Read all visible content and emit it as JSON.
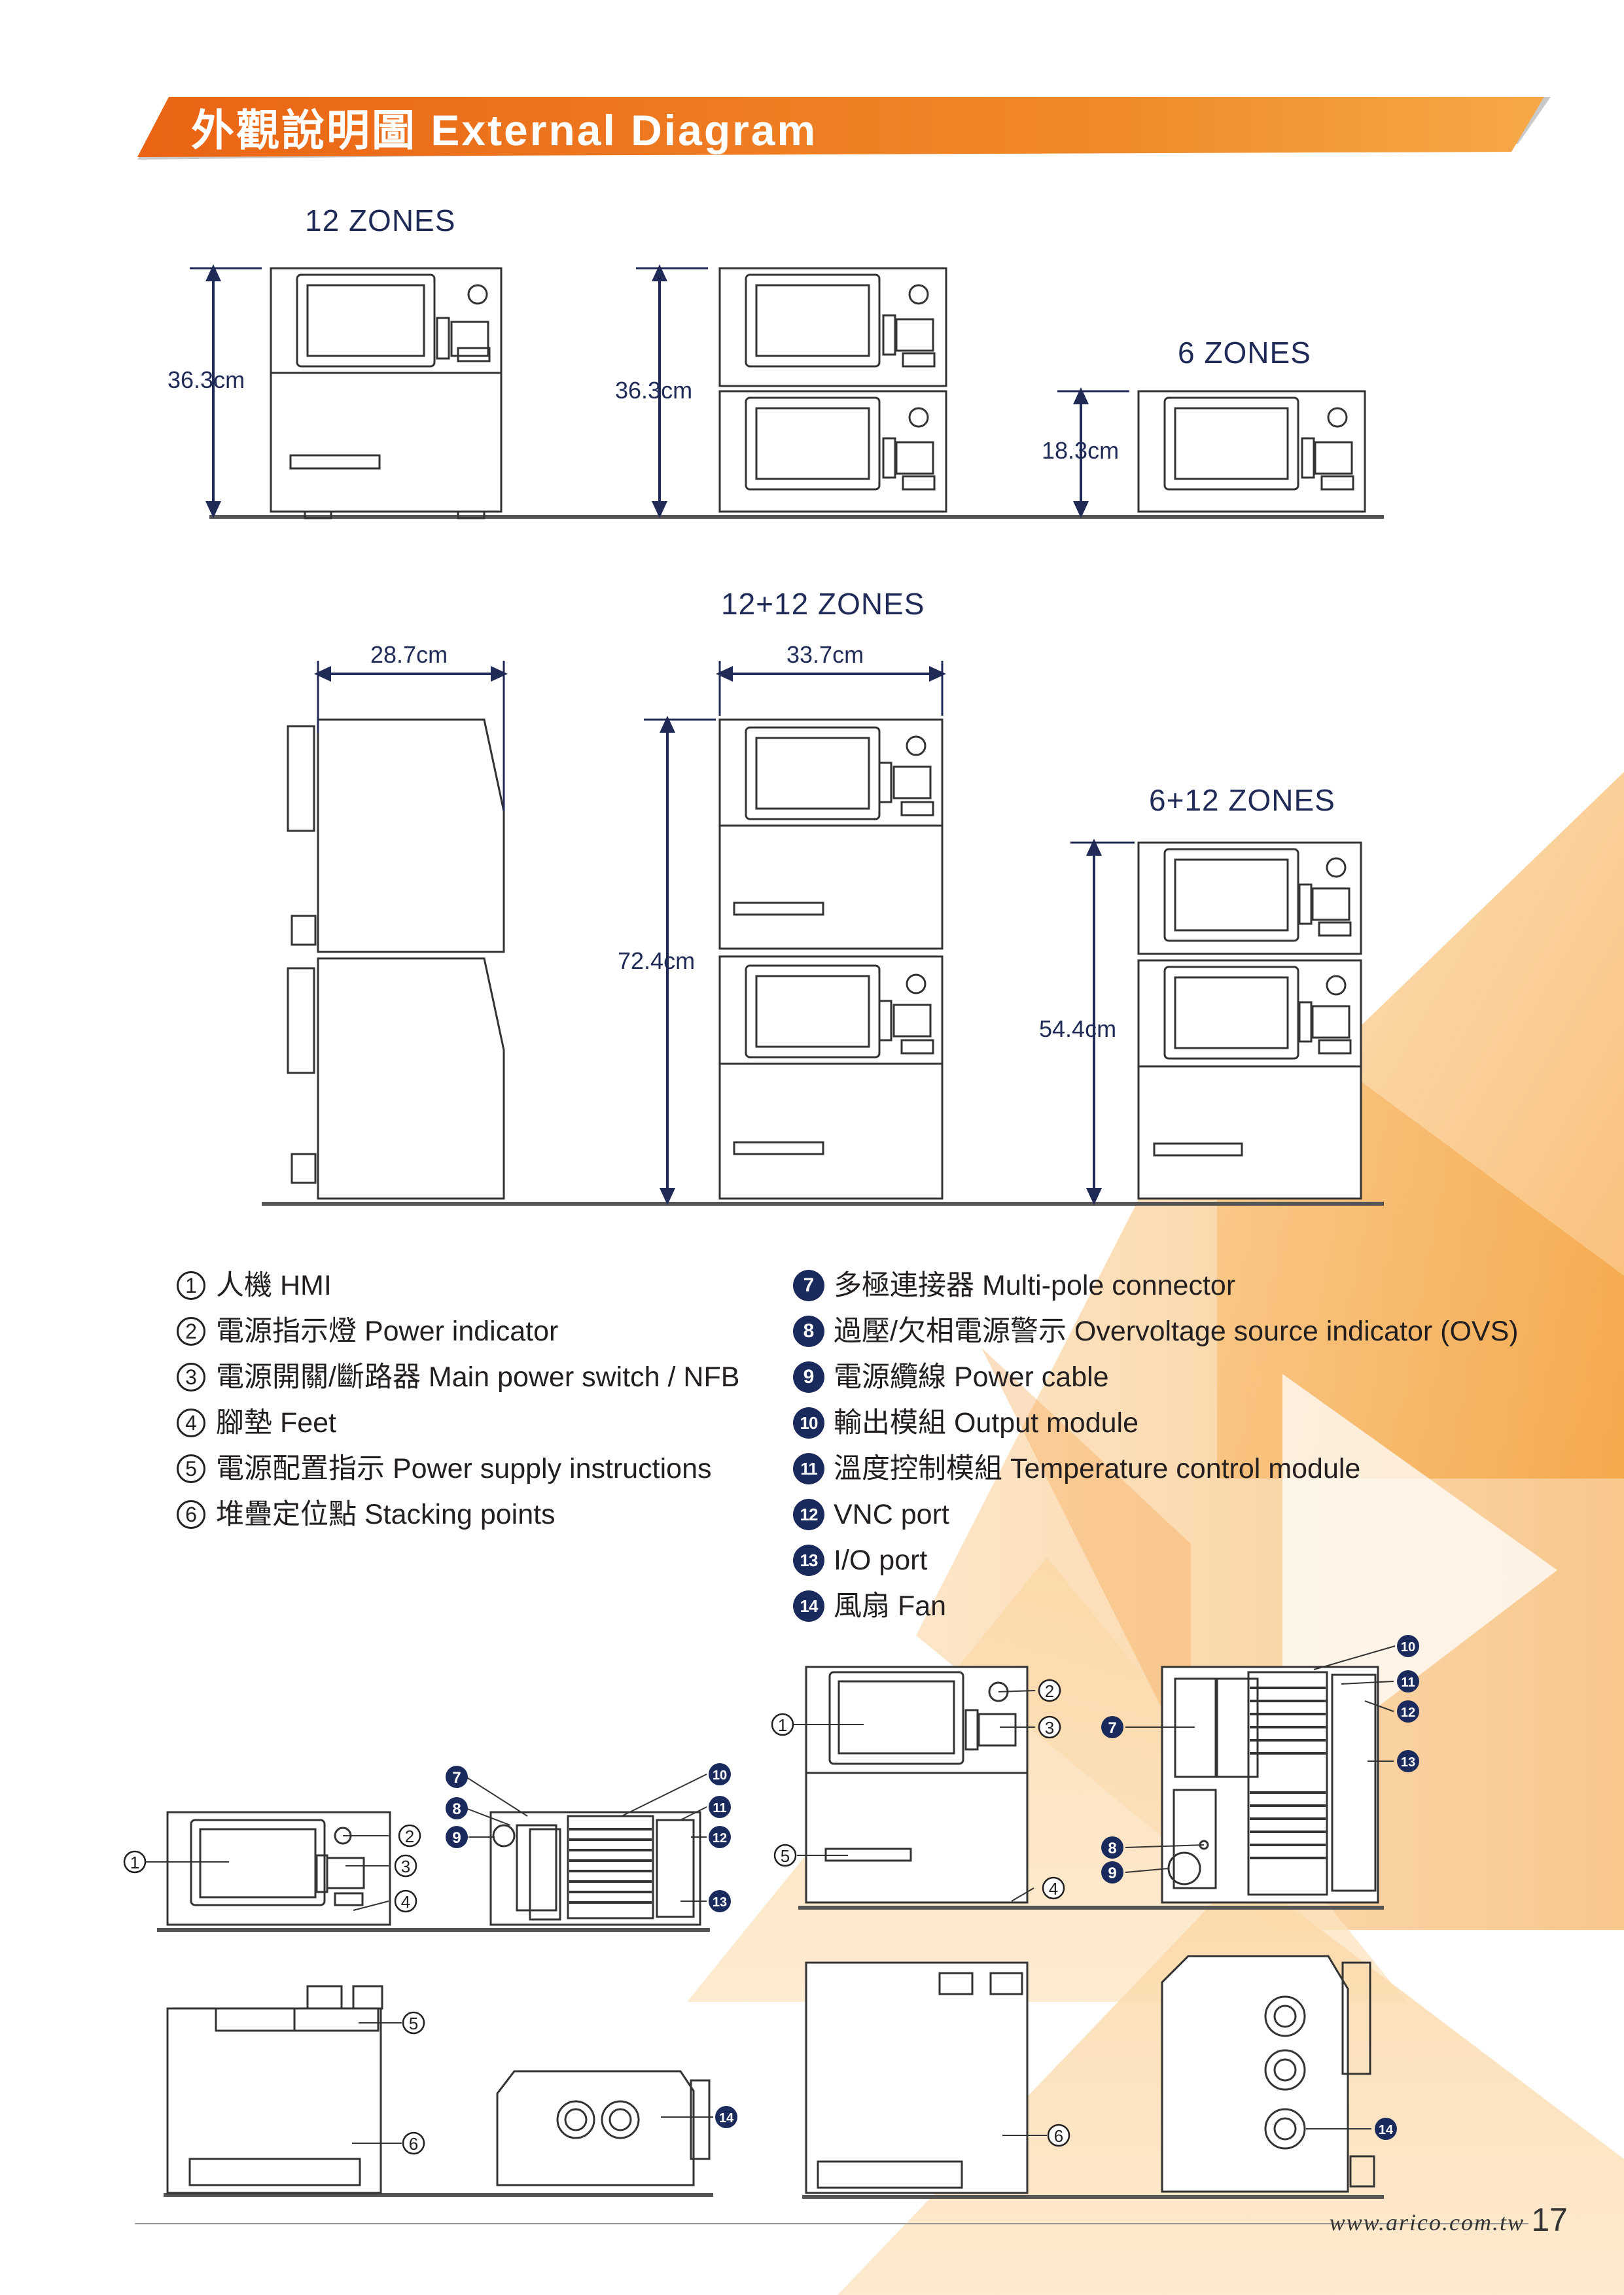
{
  "header": {
    "title": "外觀說明圖 External Diagram"
  },
  "colors": {
    "accent": "#f0731f",
    "accent_light": "#f8b04a",
    "navy": "#1a2a5c"
  },
  "zones": {
    "z12": "12 ZONES",
    "z6": "6 ZONES",
    "z12_12": "12+12 ZONES",
    "z6_12": "6+12 ZONES"
  },
  "dimensions": {
    "h12_a": "36.3cm",
    "h12_b": "36.3cm",
    "h6": "18.3cm",
    "w_side": "28.7cm",
    "w_front": "33.7cm",
    "h12_12": "72.4cm",
    "h6_12": "54.4cm"
  },
  "legend": [
    {
      "num": "1",
      "text": "人機 HMI"
    },
    {
      "num": "2",
      "text": "電源指示燈 Power indicator"
    },
    {
      "num": "3",
      "text": "電源開關/斷路器 Main power switch / NFB"
    },
    {
      "num": "4",
      "text": "腳墊 Feet"
    },
    {
      "num": "5",
      "text": "電源配置指示 Power supply instructions"
    },
    {
      "num": "6",
      "text": "堆疊定位點 Stacking points"
    },
    {
      "num": "7",
      "text": "多極連接器 Multi-pole connector"
    },
    {
      "num": "8",
      "text": "過壓/欠相電源警示 Overvoltage source indicator (OVS)"
    },
    {
      "num": "9",
      "text": "電源纜線 Power cable"
    },
    {
      "num": "10",
      "text": "輸出模組 Output module"
    },
    {
      "num": "11",
      "text": "溫度控制模組 Temperature control module"
    },
    {
      "num": "12",
      "text": "VNC port"
    },
    {
      "num": "13",
      "text": "I/O port"
    },
    {
      "num": "14",
      "text": "風扇 Fan"
    }
  ],
  "callouts": [
    "1",
    "2",
    "3",
    "4",
    "5",
    "6",
    "7",
    "8",
    "9",
    "10",
    "11",
    "12",
    "13",
    "14"
  ],
  "footer": {
    "url": "www.arico.com.tw",
    "page": "17"
  }
}
